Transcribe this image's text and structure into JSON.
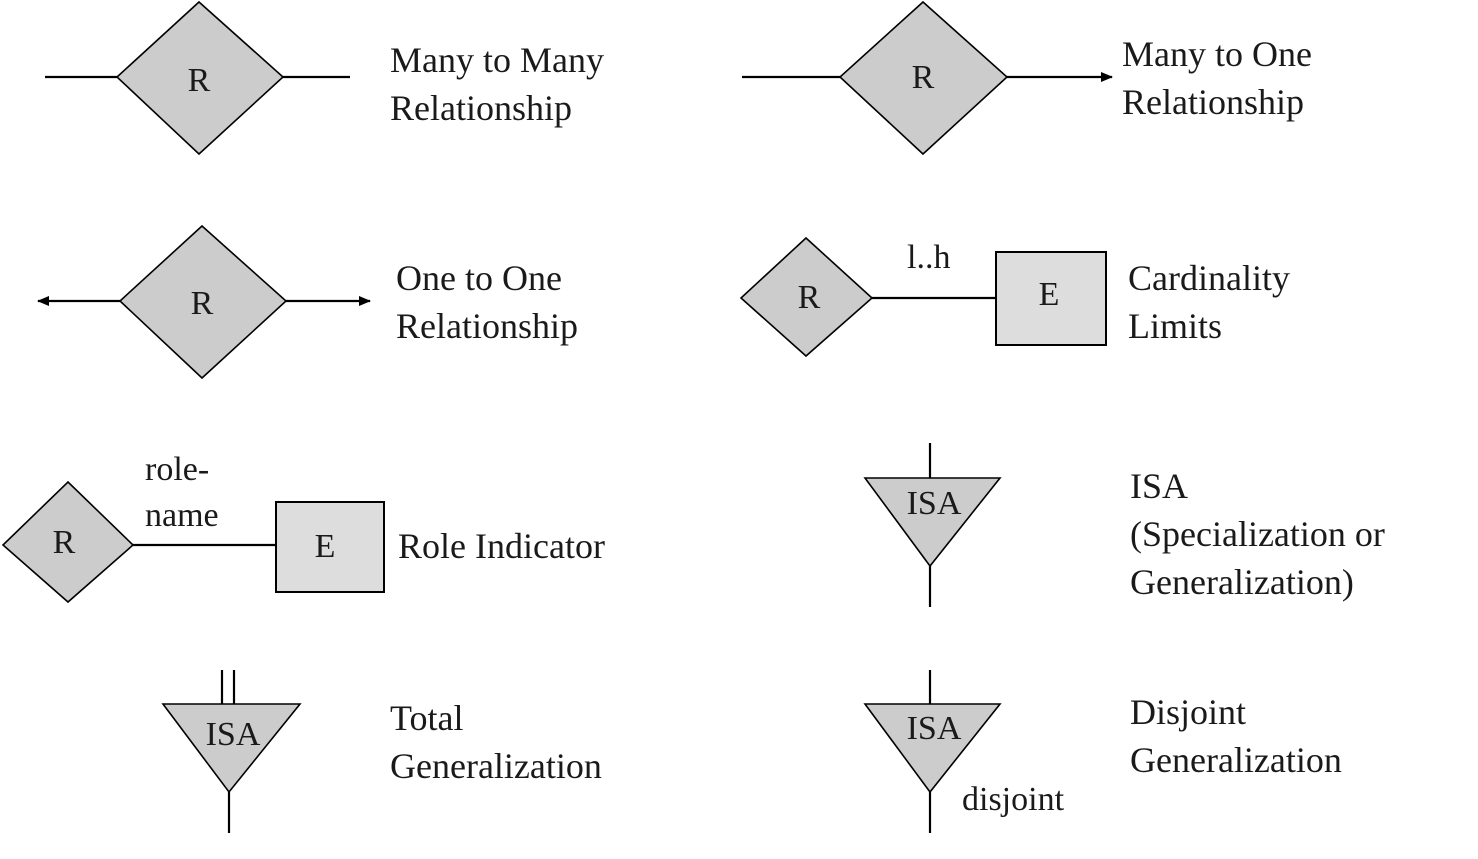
{
  "symbols": [
    {
      "id": "many-to-many",
      "symbol": "R",
      "label_lines": [
        "Many to Many",
        "Relationship"
      ]
    },
    {
      "id": "many-to-one",
      "symbol": "R",
      "label_lines": [
        "Many to One",
        "Relationship"
      ]
    },
    {
      "id": "one-to-one",
      "symbol": "R",
      "label_lines": [
        "One to One",
        "Relationship"
      ]
    },
    {
      "id": "cardinality",
      "symbol": "R",
      "entity": "E",
      "edge_label": "l..h",
      "label_lines": [
        "Cardinality",
        "Limits"
      ]
    },
    {
      "id": "role-indicator",
      "symbol": "R",
      "entity": "E",
      "edge_label_lines": [
        "role-",
        "name"
      ],
      "label_lines": [
        "Role Indicator"
      ]
    },
    {
      "id": "isa",
      "symbol": "ISA",
      "label_lines": [
        "ISA",
        "(Specialization or",
        "Generalization)"
      ]
    },
    {
      "id": "total-generalization",
      "symbol": "ISA",
      "label_lines": [
        "Total",
        "Generalization"
      ]
    },
    {
      "id": "disjoint-generalization",
      "symbol": "ISA",
      "edge_label": "disjoint",
      "label_lines": [
        "Disjoint",
        "Generalization"
      ]
    }
  ],
  "colors": {
    "shape_fill": "#cccccc",
    "entity_fill": "#dddddd",
    "stroke": "#000000"
  }
}
